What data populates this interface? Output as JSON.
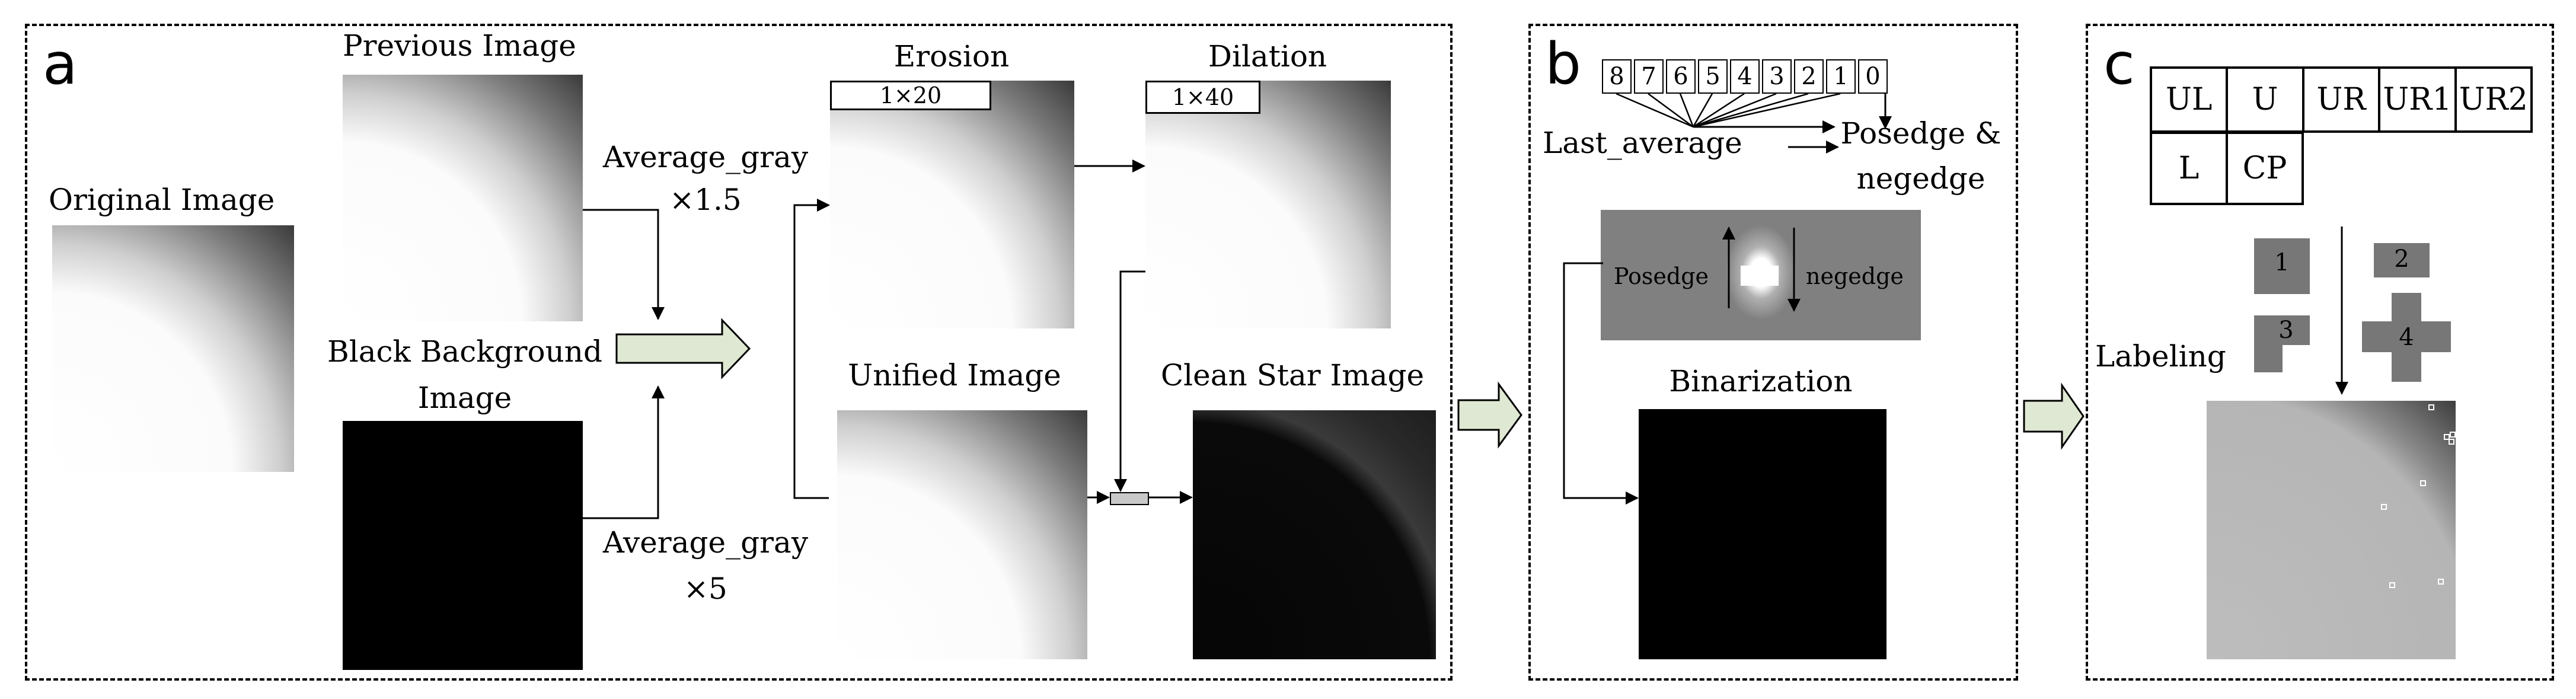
{
  "panels": {
    "a": {
      "letter": "a",
      "original_image": "Original Image",
      "previous_image": "Previous Image",
      "black_background": [
        "Black Background",
        "Image"
      ],
      "avg_gray_top": [
        "Average_gray",
        "×1.5"
      ],
      "avg_gray_bottom": [
        "Average_gray",
        "×5"
      ],
      "erosion": "Erosion",
      "erosion_kernel": "1×20",
      "dilation": "Dilation",
      "dilation_kernel": "1×40",
      "unified_image": "Unified Image",
      "clean_star_image": "Clean Star Image"
    },
    "b": {
      "letter": "b",
      "buffer": [
        "8",
        "7",
        "6",
        "5",
        "4",
        "3",
        "2",
        "1",
        "0"
      ],
      "last_average": "Last_average",
      "posedge_negedge": [
        "Posedge &",
        "negedge"
      ],
      "posedge": "Posedge",
      "negedge": "negedge",
      "binarization": "Binarization"
    },
    "c": {
      "letter": "c",
      "neighbors_row1": [
        "UL",
        "U",
        "UR",
        "UR1",
        "UR2"
      ],
      "neighbors_row2": [
        "L",
        "CP"
      ],
      "labeling": "Labeling",
      "labels": [
        "1",
        "2",
        "3",
        "4"
      ]
    }
  },
  "colors": {
    "arrow_fill": "#dfe8d2",
    "border": "#000000",
    "gray_block": "#777777"
  }
}
